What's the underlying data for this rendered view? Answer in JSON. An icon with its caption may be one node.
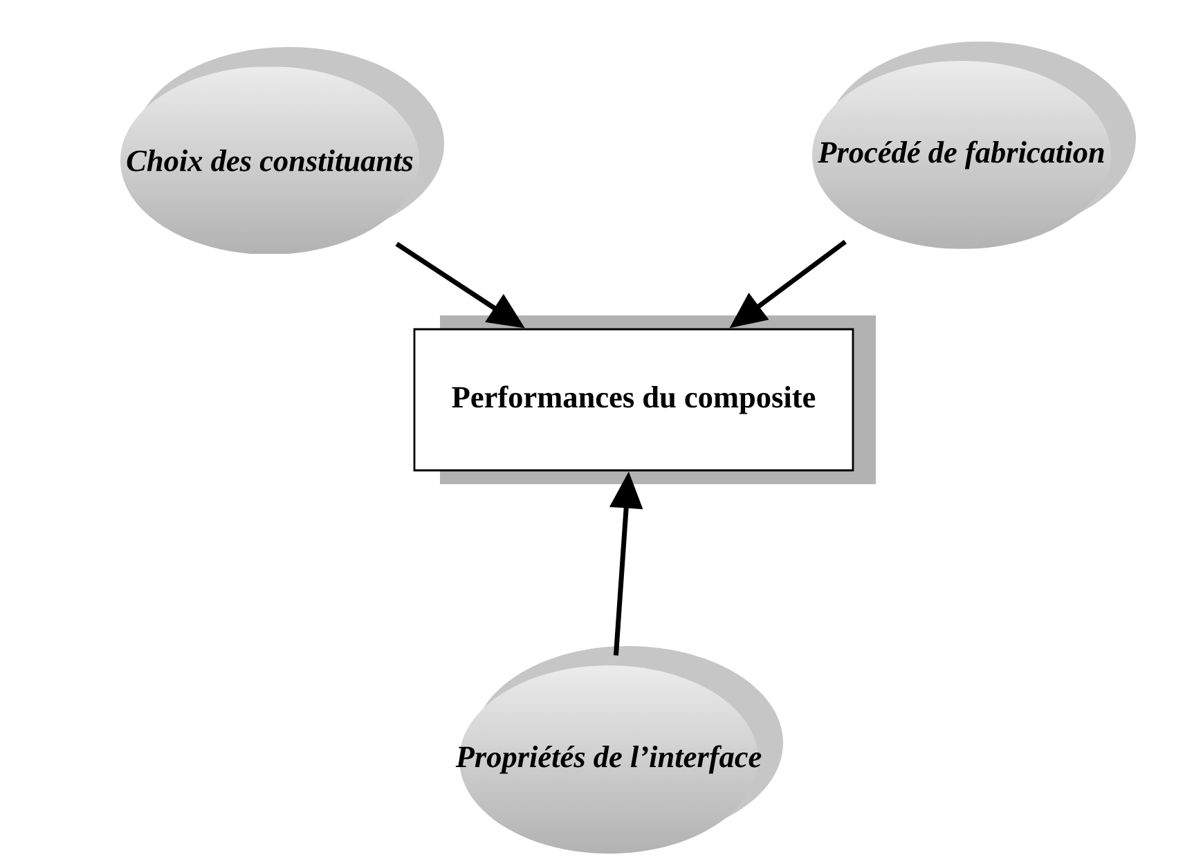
{
  "diagram": {
    "nodes": [
      {
        "text": [
          "Choix des constituants"
        ]
      },
      {
        "text": [
          "Procédé de fabrication"
        ]
      },
      {
        "text": [
          "Performances du composite"
        ]
      },
      {
        "text": [
          "Propriétés de l’interface"
        ]
      }
    ],
    "edges": [
      {
        "from": 0,
        "to": 2,
        "arrow": "to"
      },
      {
        "from": 1,
        "to": 2,
        "arrow": "to"
      },
      {
        "from": 3,
        "to": 2,
        "arrow": "to"
      }
    ]
  }
}
